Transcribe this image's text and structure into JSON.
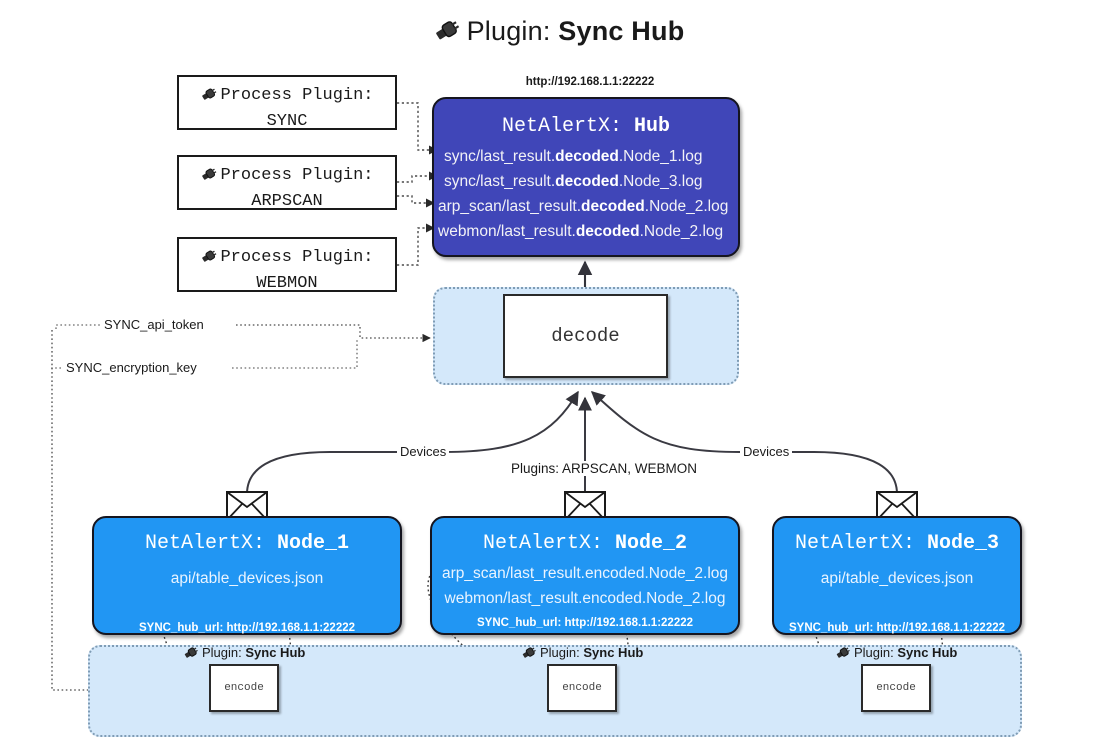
{
  "title": {
    "icon": "plug-icon",
    "prefix": "Plugin:",
    "name": "Sync Hub"
  },
  "hub": {
    "url": "http://192.168.1.1:22222",
    "title_prefix": "NetAlertX:",
    "title_name": "Hub",
    "logs": [
      {
        "pre": "sync/last_result.",
        "em": "decoded",
        "post": ".Node_1.log"
      },
      {
        "pre": "sync/last_result.",
        "em": "decoded",
        "post": ".Node_3.log"
      },
      {
        "pre": "arp_scan/last_result.",
        "em": "decoded",
        "post": ".Node_2.log"
      },
      {
        "pre": "webmon/last_result.",
        "em": "decoded",
        "post": ".Node_2.log"
      }
    ]
  },
  "process_plugins": [
    {
      "icon": "plug-icon",
      "label": "Process Plugin:",
      "name": "SYNC"
    },
    {
      "icon": "plug-icon",
      "label": "Process Plugin:",
      "name": "ARPSCAN"
    },
    {
      "icon": "plug-icon",
      "label": "Process Plugin:",
      "name": "WEBMON"
    }
  ],
  "decode": {
    "label": "decode"
  },
  "config_edges": [
    {
      "label": "SYNC_api_token"
    },
    {
      "label": "SYNC_encryption_key"
    }
  ],
  "transport_labels": {
    "left": "Devices",
    "center": "Plugins: ARPSCAN, WEBMON",
    "right": "Devices"
  },
  "nodes": [
    {
      "title_prefix": "NetAlertX:",
      "title_name": "Node_1",
      "lines": [
        "api/table_devices.json"
      ],
      "hub_url_label": "SYNC_hub_url: http://192.168.1.1:22222",
      "mail_icon": "envelope-icon"
    },
    {
      "title_prefix": "NetAlertX:",
      "title_name": "Node_2",
      "lines": [
        "arp_scan/last_result.encoded.Node_2.log",
        "webmon/last_result.encoded.Node_2.log"
      ],
      "hub_url_label": "SYNC_hub_url: http://192.168.1.1:22222",
      "mail_icon": "envelope-icon"
    },
    {
      "title_prefix": "NetAlertX:",
      "title_name": "Node_3",
      "lines": [
        "api/table_devices.json"
      ],
      "hub_url_label": "SYNC_hub_url: http://192.168.1.1:22222",
      "mail_icon": "envelope-icon"
    }
  ],
  "encoders": [
    {
      "plugin_prefix": "Plugin:",
      "plugin_name": "Sync Hub",
      "label": "encode",
      "icon": "plug-icon"
    },
    {
      "plugin_prefix": "Plugin:",
      "plugin_name": "Sync Hub",
      "label": "encode",
      "icon": "plug-icon"
    },
    {
      "plugin_prefix": "Plugin:",
      "plugin_name": "Sync Hub",
      "label": "encode",
      "icon": "plug-icon"
    }
  ],
  "colors": {
    "hub_fill": "#4046b8",
    "node_fill": "#2196f3",
    "container_fill": "#d4e8fa",
    "container_border": "#7f9cb5",
    "stroke": "#15151f"
  }
}
